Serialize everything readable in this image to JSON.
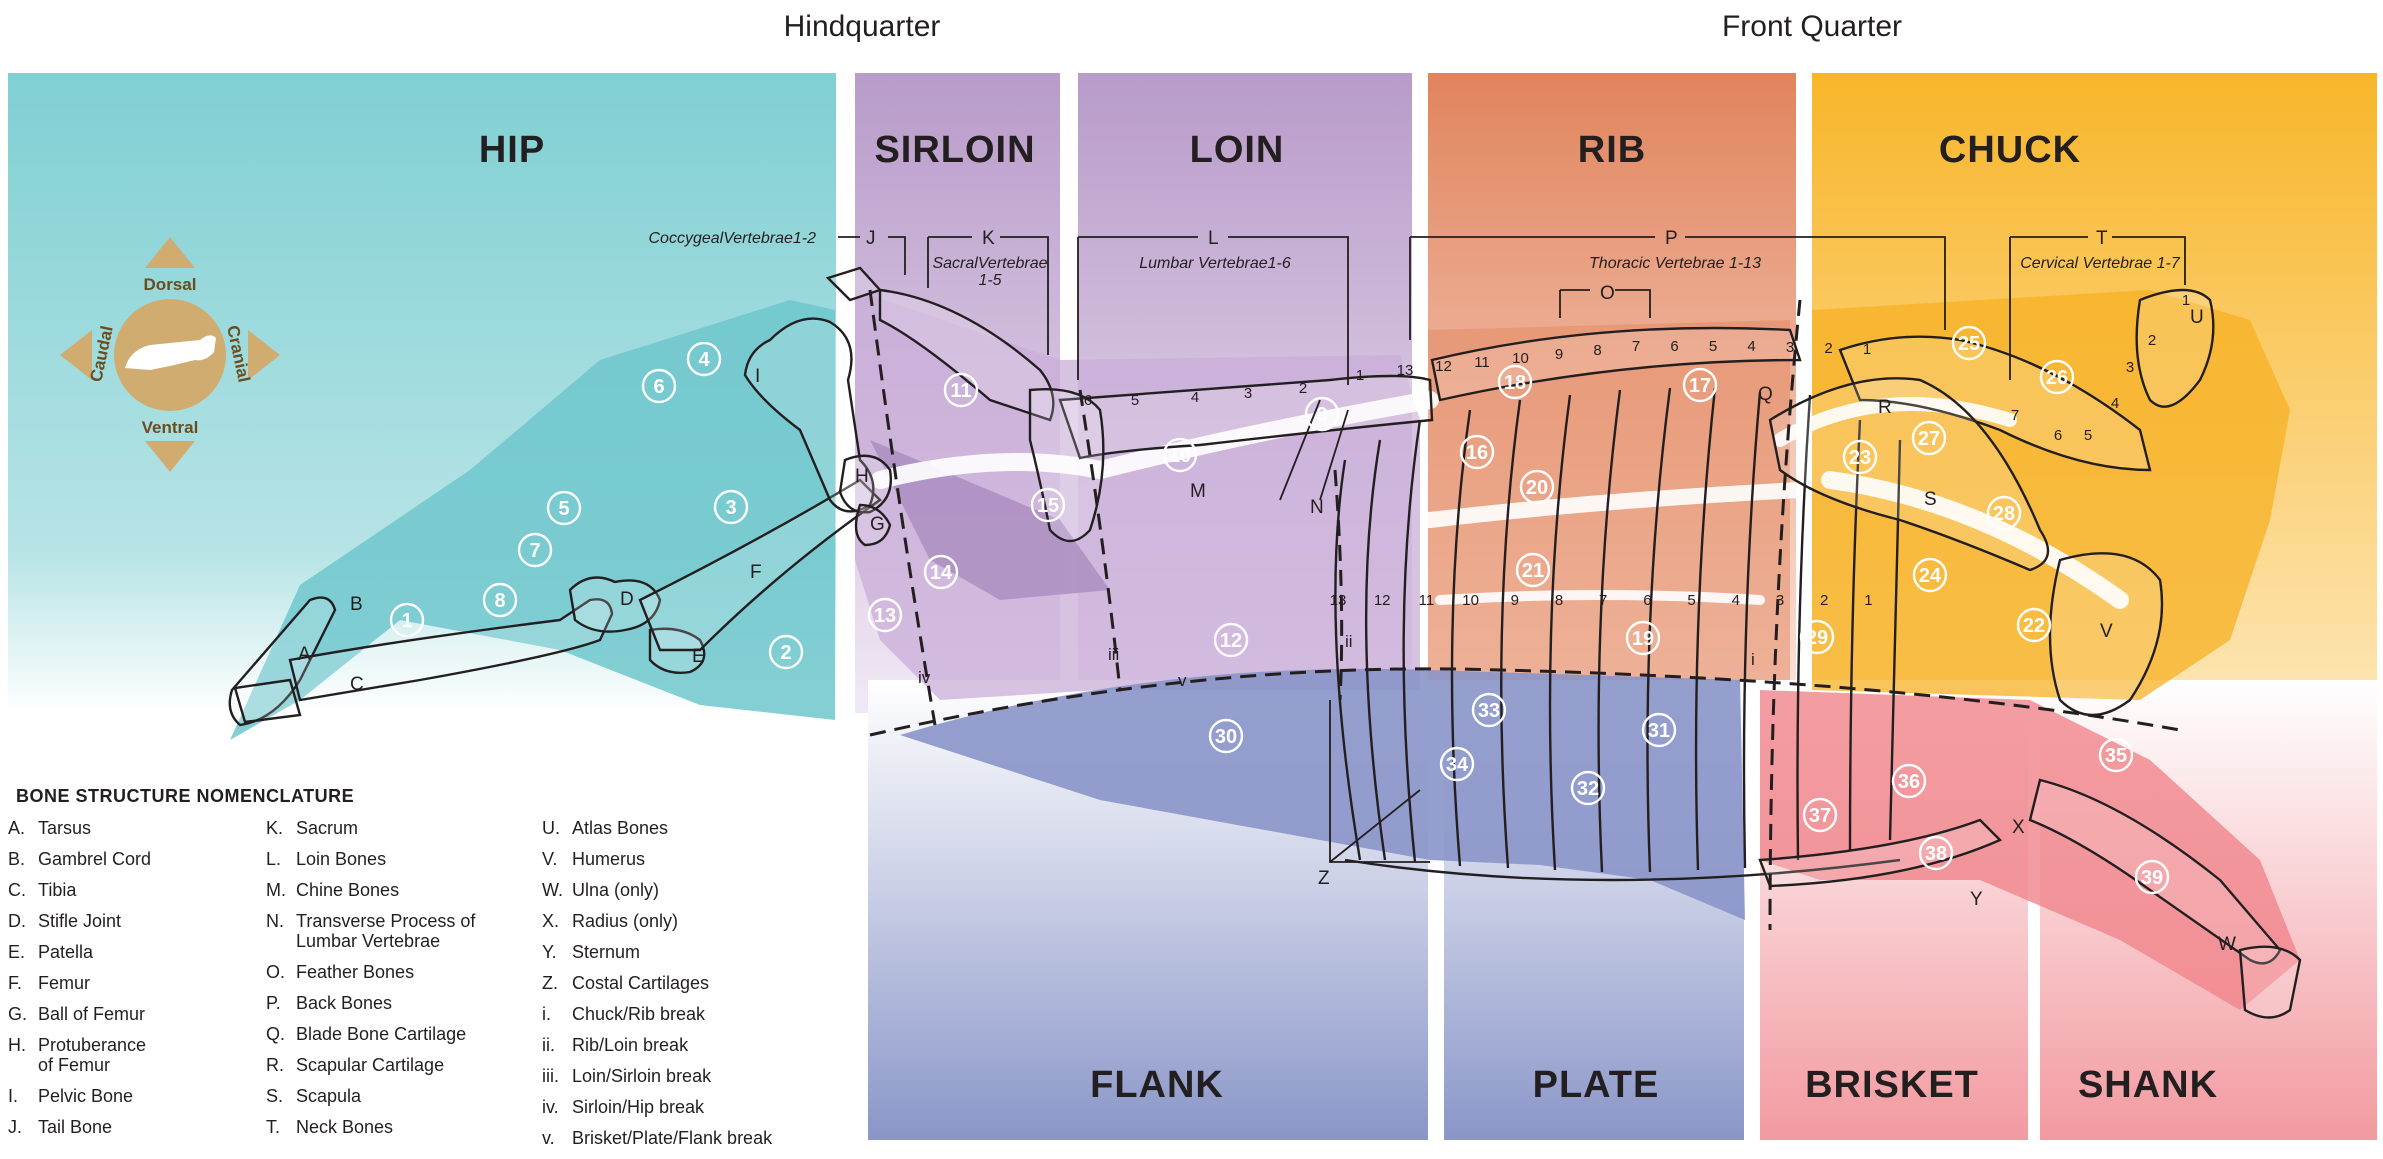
{
  "header": {
    "hindquarter": "Hindquarter",
    "front_quarter": "Front Quarter"
  },
  "regions": {
    "hip": "HIP",
    "sirloin": "SIRLOIN",
    "loin": "LOIN",
    "rib": "RIB",
    "chuck": "CHUCK",
    "flank": "FLANK",
    "plate": "PLATE",
    "brisket": "BRISKET",
    "shank": "SHANK"
  },
  "compass": {
    "dorsal": "Dorsal",
    "ventral": "Ventral",
    "caudal": "Caudal",
    "cranial": "Cranial"
  },
  "vertebrae": {
    "coccygeal": "CoccygealVertebrae1-2",
    "sacral_1": "SacralVertebrae",
    "sacral_2": "1-5",
    "lumbar": "Lumbar Vertebrae1-6",
    "thoracic": "Thoracic Vertebrae 1-13",
    "cervical": "Cervical Vertebrae 1-7"
  },
  "bone_letters": {
    "A": "A",
    "B": "B",
    "C": "C",
    "D": "D",
    "E": "E",
    "F": "F",
    "G": "G",
    "H": "H",
    "I": "I",
    "J": "J",
    "K": "K",
    "L": "L",
    "M": "M",
    "N": "N",
    "O": "O",
    "P": "P",
    "Q": "Q",
    "R": "R",
    "S": "S",
    "T": "T",
    "U": "U",
    "V": "V",
    "W": "W",
    "X": "X",
    "Y": "Y",
    "Z": "Z"
  },
  "breaks": {
    "i": "i",
    "ii": "ii",
    "iii": "iii",
    "iv": "iv",
    "v": "v"
  },
  "cut_numbers": [
    "1",
    "2",
    "3",
    "4",
    "5",
    "6",
    "7",
    "8",
    "9",
    "10",
    "11",
    "12",
    "13",
    "14",
    "15",
    "16",
    "17",
    "18",
    "19",
    "20",
    "21",
    "22",
    "23",
    "24",
    "25",
    "26",
    "27",
    "28",
    "29",
    "30",
    "31",
    "32",
    "33",
    "34",
    "35",
    "36",
    "37",
    "38",
    "39"
  ],
  "lumbar_numbers": [
    "6",
    "5",
    "4",
    "3",
    "2",
    "1"
  ],
  "thoracic_top_numbers": [
    "13",
    "12",
    "11",
    "10",
    "9",
    "8",
    "7",
    "6",
    "5",
    "4",
    "3",
    "2",
    "1"
  ],
  "rib_numbers": [
    "13",
    "12",
    "11",
    "10",
    "9",
    "8",
    "7",
    "6",
    "5",
    "4",
    "3",
    "2",
    "1"
  ],
  "cervical_numbers": [
    "1",
    "2",
    "3",
    "4",
    "5",
    "6",
    "7"
  ],
  "legend": {
    "title": "BONE STRUCTURE NOMENCLATURE",
    "col1": [
      {
        "k": "A.",
        "v": "Tarsus"
      },
      {
        "k": "B.",
        "v": "Gambrel Cord"
      },
      {
        "k": "C.",
        "v": "Tibia"
      },
      {
        "k": "D.",
        "v": "Stifle Joint"
      },
      {
        "k": "E.",
        "v": "Patella"
      },
      {
        "k": "F.",
        "v": "Femur"
      },
      {
        "k": "G.",
        "v": "Ball of Femur"
      },
      {
        "k": "H.",
        "v": "Protuberance",
        "v2": "of Femur"
      },
      {
        "k": "I.",
        "v": "Pelvic Bone"
      },
      {
        "k": "J.",
        "v": "Tail Bone"
      }
    ],
    "col2": [
      {
        "k": "K.",
        "v": "Sacrum"
      },
      {
        "k": "L.",
        "v": "Loin Bones"
      },
      {
        "k": "M.",
        "v": "Chine Bones"
      },
      {
        "k": "N.",
        "v": "Transverse Process of",
        "v2": "Lumbar Vertebrae"
      },
      {
        "k": "O.",
        "v": "Feather Bones"
      },
      {
        "k": "P.",
        "v": "Back Bones"
      },
      {
        "k": "Q.",
        "v": "Blade Bone Cartilage"
      },
      {
        "k": "R.",
        "v": "Scapular Cartilage"
      },
      {
        "k": "S.",
        "v": "Scapula"
      },
      {
        "k": "T.",
        "v": "Neck Bones"
      }
    ],
    "col3": [
      {
        "k": "U.",
        "v": "Atlas Bones"
      },
      {
        "k": "V.",
        "v": "Humerus"
      },
      {
        "k": "W.",
        "v": "Ulna (only)"
      },
      {
        "k": "X.",
        "v": "Radius (only)"
      },
      {
        "k": "Y.",
        "v": "Sternum"
      },
      {
        "k": "Z.",
        "v": "Costal Cartilages"
      },
      {
        "k": "i.",
        "v": "Chuck/Rib break"
      },
      {
        "k": "ii.",
        "v": "Rib/Loin break"
      },
      {
        "k": "iii.",
        "v": "Loin/Sirloin break"
      },
      {
        "k": "iv.",
        "v": "Sirloin/Hip break"
      },
      {
        "k": "v.",
        "v": "Brisket/Plate/Flank break"
      }
    ]
  },
  "colors": {
    "hip": "#7fcfd3",
    "sirloin_loin": "#b79ac8",
    "rib": "#e0845f",
    "chuck": "#f9b72e",
    "flank_plate": "#8893c4",
    "brisket_shank": "#ef8e93",
    "compass": "#d1ac70",
    "ink": "#231f20"
  }
}
